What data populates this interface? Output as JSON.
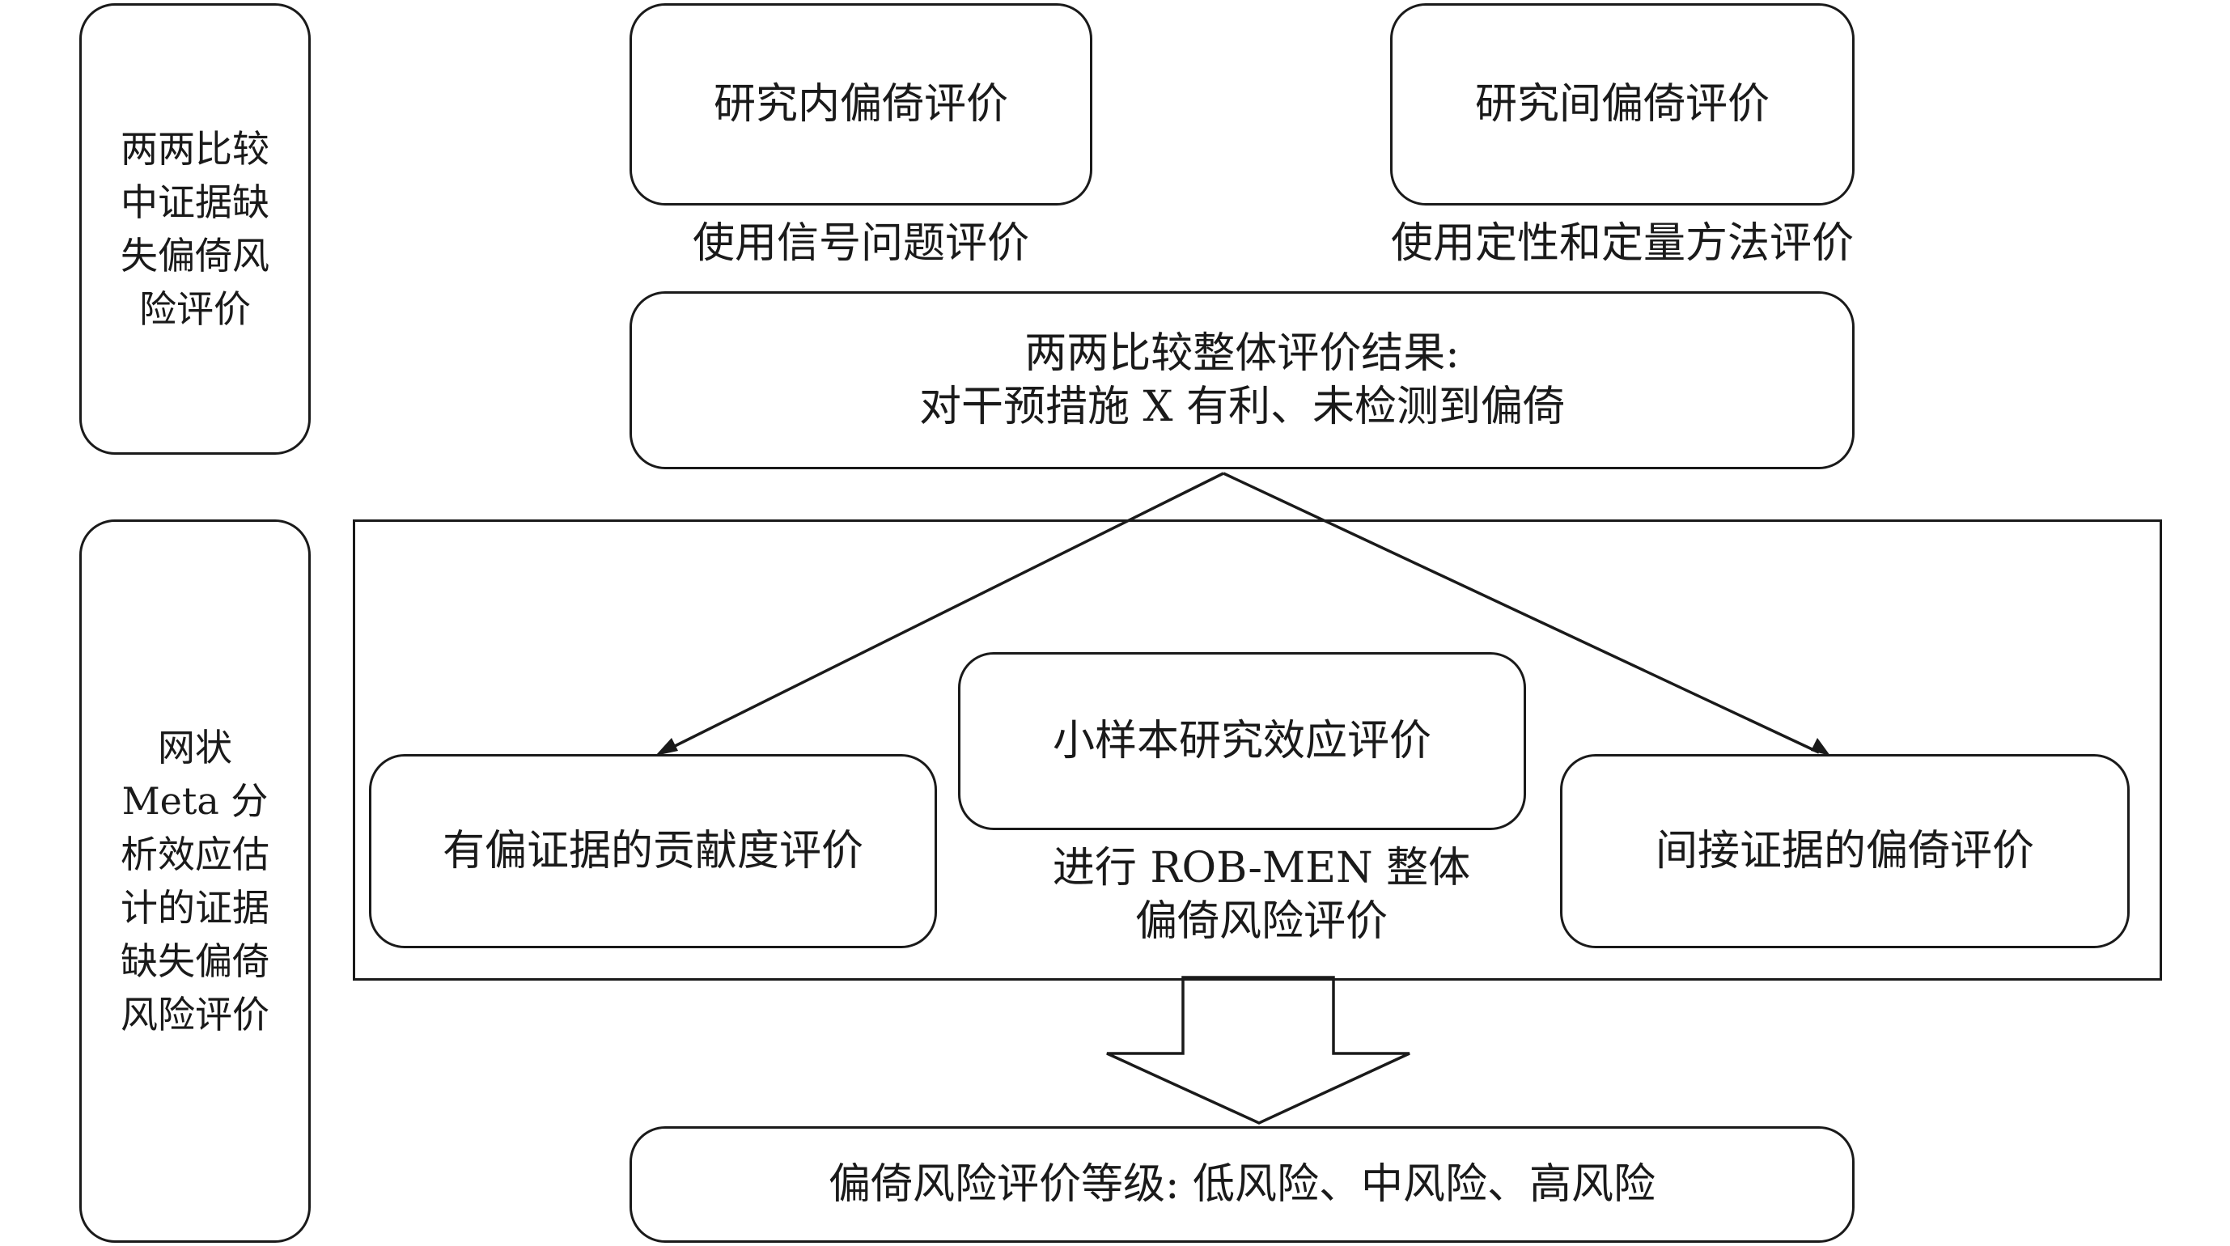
{
  "left_labels": {
    "pairwise": "两两比较中证据缺失偏倚风险评价",
    "network": "网状 Meta 分析效应估计的证据缺失偏倚风险评价"
  },
  "pairwise": {
    "within_box": "研究内偏倚评价",
    "within_caption": "使用信号问题评价",
    "between_box": "研究间偏倚评价",
    "between_caption": "使用定性和定量方法评价",
    "result_line1": "两两比较整体评价结果:",
    "result_line2": "对干预措施 X 有利、未检测到偏倚"
  },
  "network": {
    "left_box": "有偏证据的贡献度评价",
    "middle_box": "小样本研究效应评价",
    "middle_caption_line1": "进行 ROB-MEN 整体",
    "middle_caption_line2": "偏倚风险评价",
    "right_box": "间接证据的偏倚评价"
  },
  "final": "偏倚风险评价等级: 低风险、中风险、高风险"
}
